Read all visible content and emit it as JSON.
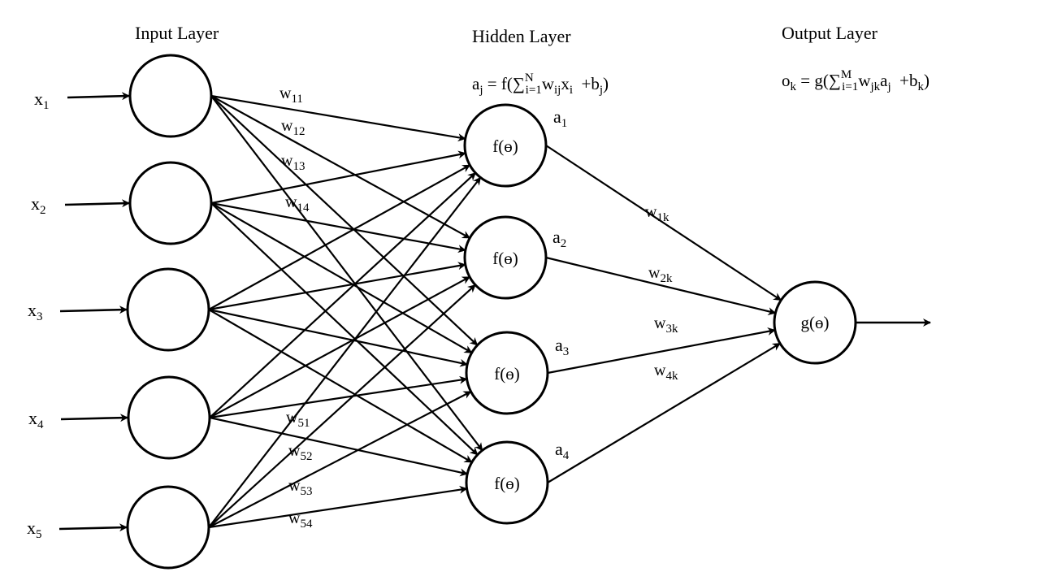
{
  "layers": {
    "input_title": "Input Layer",
    "hidden_title": "Hidden Layer",
    "output_title": "Output Layer"
  },
  "formulas": {
    "hidden": {
      "lhs": "a",
      "lhs_sub": "j",
      "eq": " = f(",
      "sum": "∑",
      "sup": "N",
      "sub": "i=1",
      "w": "w",
      "w_sub": "ij",
      "x": "x",
      "x_sub": "i",
      "plus": "  +b",
      "b_sub": "j",
      "close": ")"
    },
    "output": {
      "lhs": "o",
      "lhs_sub": "k",
      "eq": " = g(",
      "sum": "∑",
      "sup": "M",
      "sub": "i=1",
      "w": "w",
      "w_sub": "jk",
      "x": "a",
      "x_sub": "j",
      "plus": "  +b",
      "b_sub": "k",
      "close": ")"
    }
  },
  "inputs": [
    {
      "base": "x",
      "sub": "1"
    },
    {
      "base": "x",
      "sub": "2"
    },
    {
      "base": "x",
      "sub": "3"
    },
    {
      "base": "x",
      "sub": "4"
    },
    {
      "base": "x",
      "sub": "5"
    }
  ],
  "hidden_nodes": [
    {
      "fn": "f(ɵ)",
      "act": "a",
      "act_sub": "1"
    },
    {
      "fn": "f(ɵ)",
      "act": "a",
      "act_sub": "2"
    },
    {
      "fn": "f(ɵ)",
      "act": "a",
      "act_sub": "3"
    },
    {
      "fn": "f(ɵ)",
      "act": "a",
      "act_sub": "4"
    }
  ],
  "output_node": {
    "fn": "g(ɵ)"
  },
  "input_weights_top": [
    {
      "base": "w",
      "sub": "11"
    },
    {
      "base": "w",
      "sub": "12"
    },
    {
      "base": "w",
      "sub": "13"
    },
    {
      "base": "w",
      "sub": "14"
    }
  ],
  "input_weights_bottom": [
    {
      "base": "w",
      "sub": "51"
    },
    {
      "base": "w",
      "sub": "52"
    },
    {
      "base": "w",
      "sub": "53"
    },
    {
      "base": "w",
      "sub": "54"
    }
  ],
  "output_weights": [
    {
      "base": "w",
      "sub": "1k"
    },
    {
      "base": "w",
      "sub": "2k"
    },
    {
      "base": "w",
      "sub": "3k"
    },
    {
      "base": "w",
      "sub": "4k"
    }
  ]
}
